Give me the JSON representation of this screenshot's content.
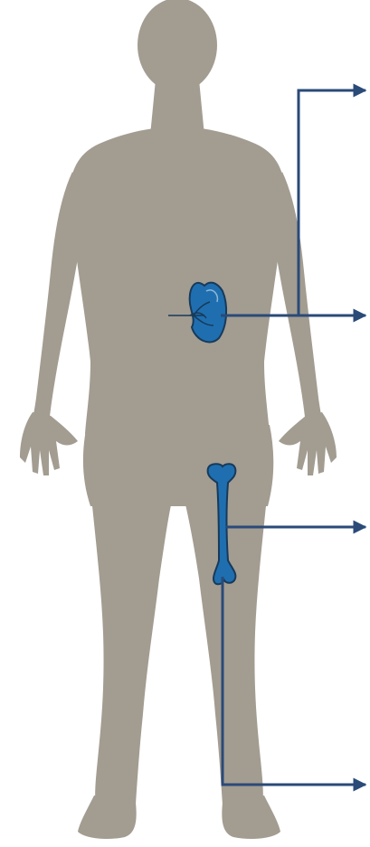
{
  "colors": {
    "background": "#ffffff",
    "body_silhouette": "#a39c91",
    "organ_fill": "#1f6fb0",
    "organ_stroke": "#173a5a",
    "organ_detail": "#8fb8d6",
    "connector": "#2a4a78"
  },
  "figure": {
    "silhouette_icon": "human-body-silhouette",
    "organs": [
      {
        "id": "kidney",
        "icon": "kidney-icon"
      },
      {
        "id": "femur",
        "icon": "femur-bone-icon"
      }
    ],
    "callouts": [
      {
        "id": "callout-1",
        "icon": "arrow-right-icon"
      },
      {
        "id": "callout-2",
        "icon": "arrow-right-icon"
      },
      {
        "id": "callout-3",
        "icon": "arrow-right-icon"
      },
      {
        "id": "callout-4",
        "icon": "arrow-right-icon"
      }
    ]
  }
}
